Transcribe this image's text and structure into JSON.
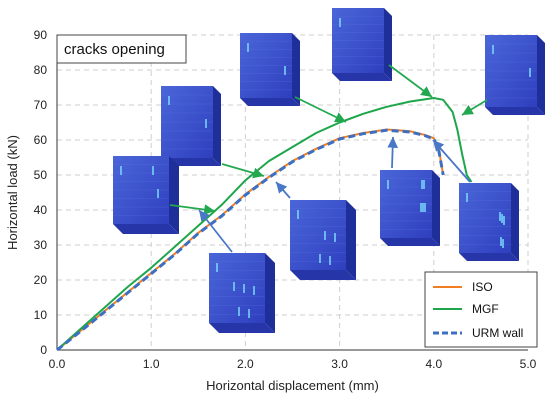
{
  "chart_data": {
    "type": "line",
    "annotation": "cracks opening",
    "xlabel": "Horizontal displacement (mm)",
    "ylabel": "Horizontal load (kN)",
    "xlim": [
      0,
      5
    ],
    "ylim": [
      0,
      90
    ],
    "xticks": [
      "0.0",
      "1.0",
      "2.0",
      "3.0",
      "4.0",
      "5.0"
    ],
    "yticks": [
      "0",
      "10",
      "20",
      "30",
      "40",
      "50",
      "60",
      "70",
      "80",
      "90"
    ],
    "grid": true,
    "legend_position": "bottom-right",
    "series": [
      {
        "name": "ISO",
        "color": "#f07f24",
        "style": "solid",
        "x": [
          0,
          0.25,
          0.5,
          0.75,
          1.0,
          1.25,
          1.5,
          1.75,
          2.0,
          2.25,
          2.5,
          2.75,
          3.0,
          3.25,
          3.5,
          3.75,
          3.9,
          4.0,
          4.05,
          4.1
        ],
        "y": [
          0,
          5.5,
          11,
          16.5,
          22,
          27.5,
          33.5,
          38.5,
          44.5,
          49.5,
          54,
          57.5,
          60.5,
          62,
          63,
          62.5,
          61.5,
          60.5,
          58,
          50
        ]
      },
      {
        "name": "MGF",
        "color": "#1ea64a",
        "style": "solid",
        "x": [
          0,
          0.25,
          0.5,
          0.75,
          1.0,
          1.25,
          1.5,
          1.75,
          2.0,
          2.25,
          2.5,
          2.75,
          3.0,
          3.25,
          3.5,
          3.75,
          4.0,
          4.1,
          4.2,
          4.25,
          4.3,
          4.35,
          4.4
        ],
        "y": [
          0,
          6,
          12,
          18,
          23.5,
          29.5,
          35.5,
          41.5,
          48.5,
          54,
          58,
          62,
          65,
          67.5,
          69.5,
          71,
          72,
          71.5,
          68,
          63,
          56,
          50,
          48
        ]
      },
      {
        "name": "URM wall",
        "color": "#3d6fc2",
        "style": "dashed",
        "x": [
          0,
          0.25,
          0.5,
          0.75,
          1.0,
          1.25,
          1.5,
          1.75,
          2.0,
          2.25,
          2.5,
          2.75,
          3.0,
          3.25,
          3.5,
          3.75,
          3.9,
          4.0,
          4.05,
          4.1
        ],
        "y": [
          0,
          5.3,
          10.8,
          16.3,
          21.8,
          27.3,
          33.3,
          38.3,
          44.3,
          49.3,
          53.8,
          57.3,
          60.3,
          61.8,
          62.8,
          62.3,
          61.3,
          60.3,
          57.5,
          50
        ]
      }
    ]
  },
  "colors": {
    "arrow_green": "#23a84f",
    "arrow_blue": "#4a78c8",
    "wall_face": "#3a4ec8",
    "wall_side": "#1f2f99",
    "crack": "#7fe3ff"
  }
}
